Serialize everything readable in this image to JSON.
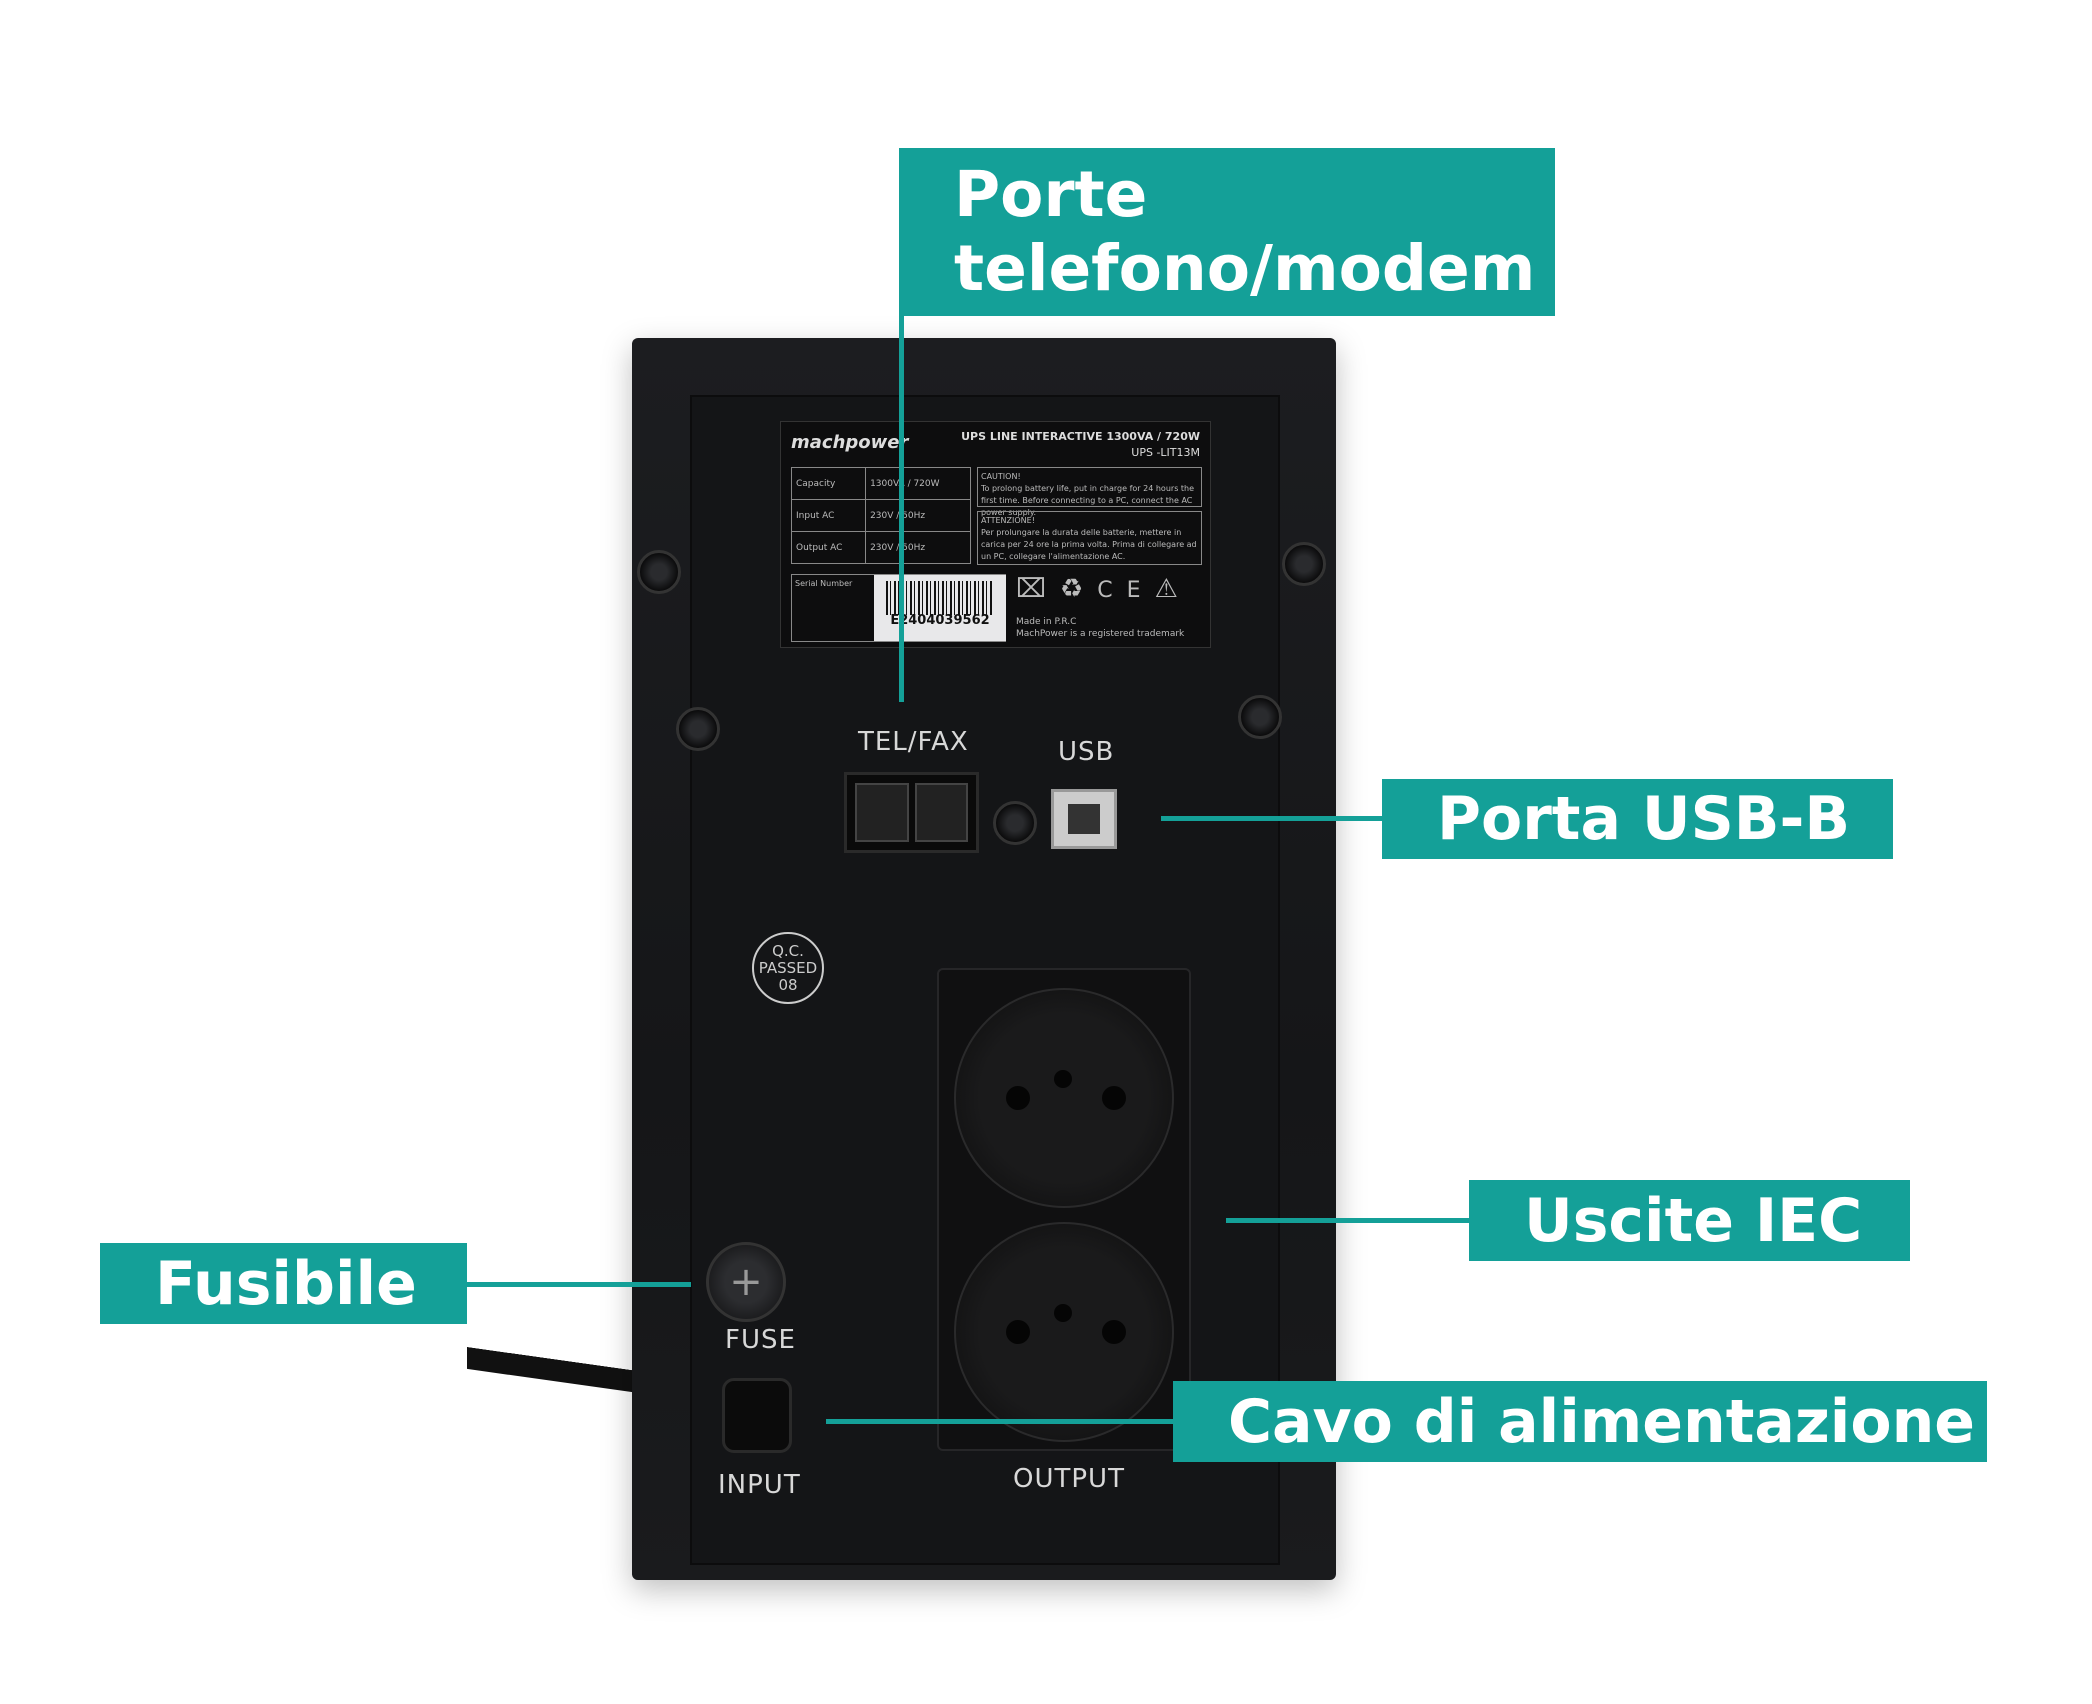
{
  "callouts": {
    "phone_ports": "Porte telefono/modem",
    "usb": "Porta USB-B",
    "outputs": "Uscite IEC",
    "fuse": "Fusibile",
    "power_cable": "Cavo di alimentazione"
  },
  "device_labels": {
    "tel_fax": "TEL/FAX",
    "usb": "USB",
    "qc_line1": "Q.C.",
    "qc_line2": "PASSED",
    "qc_line3": "08",
    "fuse": "FUSE",
    "input": "INPUT",
    "output": "OUTPUT"
  },
  "sticker": {
    "brand": "machpower",
    "title": "UPS LINE INTERACTIVE 1300VA / 720W",
    "model": "UPS -LIT13M",
    "specs": [
      {
        "label": "Capacity",
        "value": "1300VA / 720W"
      },
      {
        "label": "Input AC",
        "value": "230V / 50Hz"
      },
      {
        "label": "Output AC",
        "value": "230V / 50Hz"
      }
    ],
    "serial_label": "Serial Number",
    "serial": "E2404039562",
    "caution_title": "CAUTION!",
    "caution_text": "To prolong battery life, put in charge for 24 hours the first time. Before connecting to a PC, connect the AC power supply.",
    "attention_title": "ATTENZIONE!",
    "attention_text": "Per prolungare la durata delle batterie, mettere in carica per 24 ore la prima volta. Prima di collegare ad un PC, collegare l'alimentazione AC.",
    "made_in": "Made in P.R.C",
    "trademark": "MachPower is a registered trademark"
  },
  "colors": {
    "accent": "#14a098",
    "device": "#151618"
  }
}
